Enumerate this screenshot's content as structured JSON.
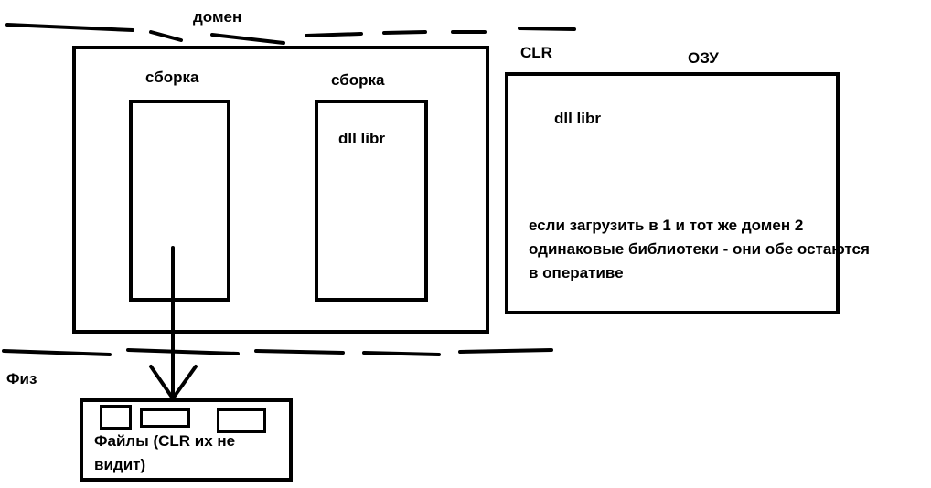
{
  "labels": {
    "domain": "домен",
    "clr": "CLR",
    "ram": "ОЗУ",
    "physical": "Физ",
    "assembly_left": "сборка",
    "assembly_right": "сборка",
    "dll_assembly": "dll libr",
    "dll_ram": "dll libr"
  },
  "ram_note_lines": [
    "если загрузить в 1 и тот же домен 2",
    "одинаковые библиотеки - они обе остаются",
    "в оперативе"
  ],
  "files_lines": [
    "Файлы (CLR их не",
    "видит)"
  ]
}
